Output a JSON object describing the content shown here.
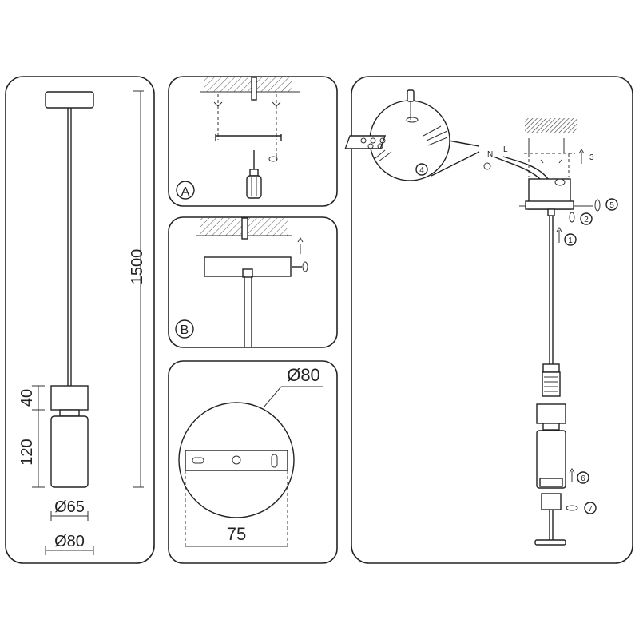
{
  "panel_left": {
    "height_total": "1500",
    "height_top": "40",
    "height_body": "120",
    "diameter_body": "Ø65",
    "diameter_base": "Ø80"
  },
  "panel_a": {
    "label": "A"
  },
  "panel_b": {
    "label": "B"
  },
  "panel_canopy": {
    "diameter": "Ø80",
    "mount_width": "75"
  },
  "panel_install": {
    "label_n": "N",
    "label_l": "L",
    "step_1": "1",
    "step_2": "2",
    "step_3": "3",
    "step_4": "4",
    "step_5": "5",
    "step_6": "6",
    "step_7": "7"
  }
}
